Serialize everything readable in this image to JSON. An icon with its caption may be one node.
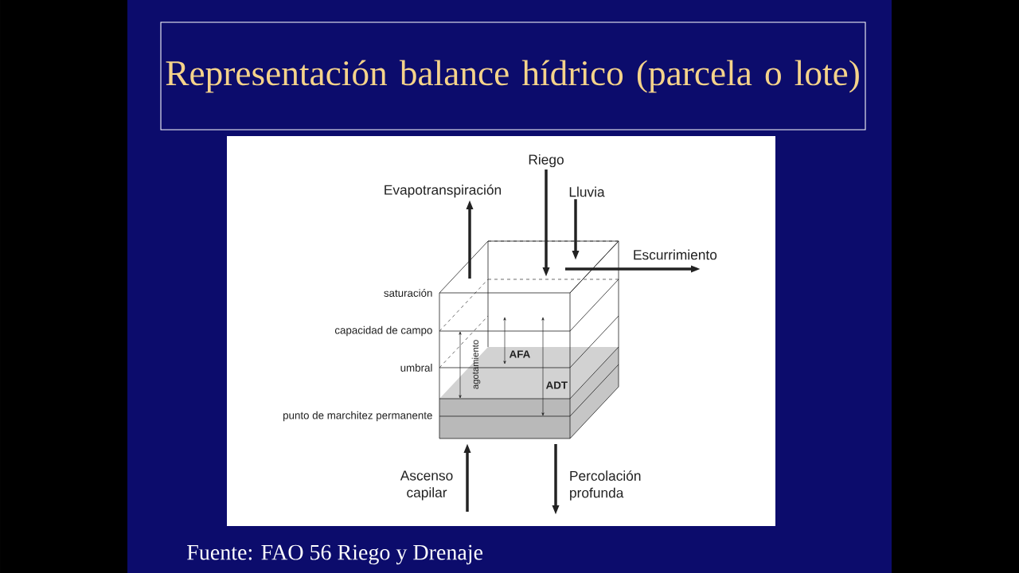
{
  "diagram": {
    "title": "Representación balance hídrico (parcela o lote)",
    "caption": "Fuente: FAO 56 Riego y Drenaje",
    "nodes": [
      {
        "text": [],
        "shape": "box"
      },
      {
        "text": [
          "Evapotranspiración"
        ]
      },
      {
        "text": [
          "Riego"
        ]
      },
      {
        "text": [
          "Lluvia"
        ]
      },
      {
        "text": [
          "Escurrimiento"
        ]
      },
      {
        "text": [
          "Ascenso capilar"
        ]
      },
      {
        "text": [
          "Percolación profunda"
        ]
      }
    ],
    "edges": [
      {
        "from": 0,
        "to": 1,
        "arrow": "to"
      },
      {
        "from": 2,
        "to": 0,
        "arrow": "to"
      },
      {
        "from": 3,
        "to": 0,
        "arrow": "to"
      },
      {
        "from": 0,
        "to": 4,
        "arrow": "to"
      },
      {
        "from": 5,
        "to": 0,
        "arrow": "to"
      },
      {
        "from": 0,
        "to": 6,
        "arrow": "to"
      }
    ],
    "labels": [
      "saturación",
      "capacidad de campo",
      "umbral",
      "punto de marchitez permanente",
      "agotamiento",
      "AFA",
      "ADT"
    ]
  }
}
